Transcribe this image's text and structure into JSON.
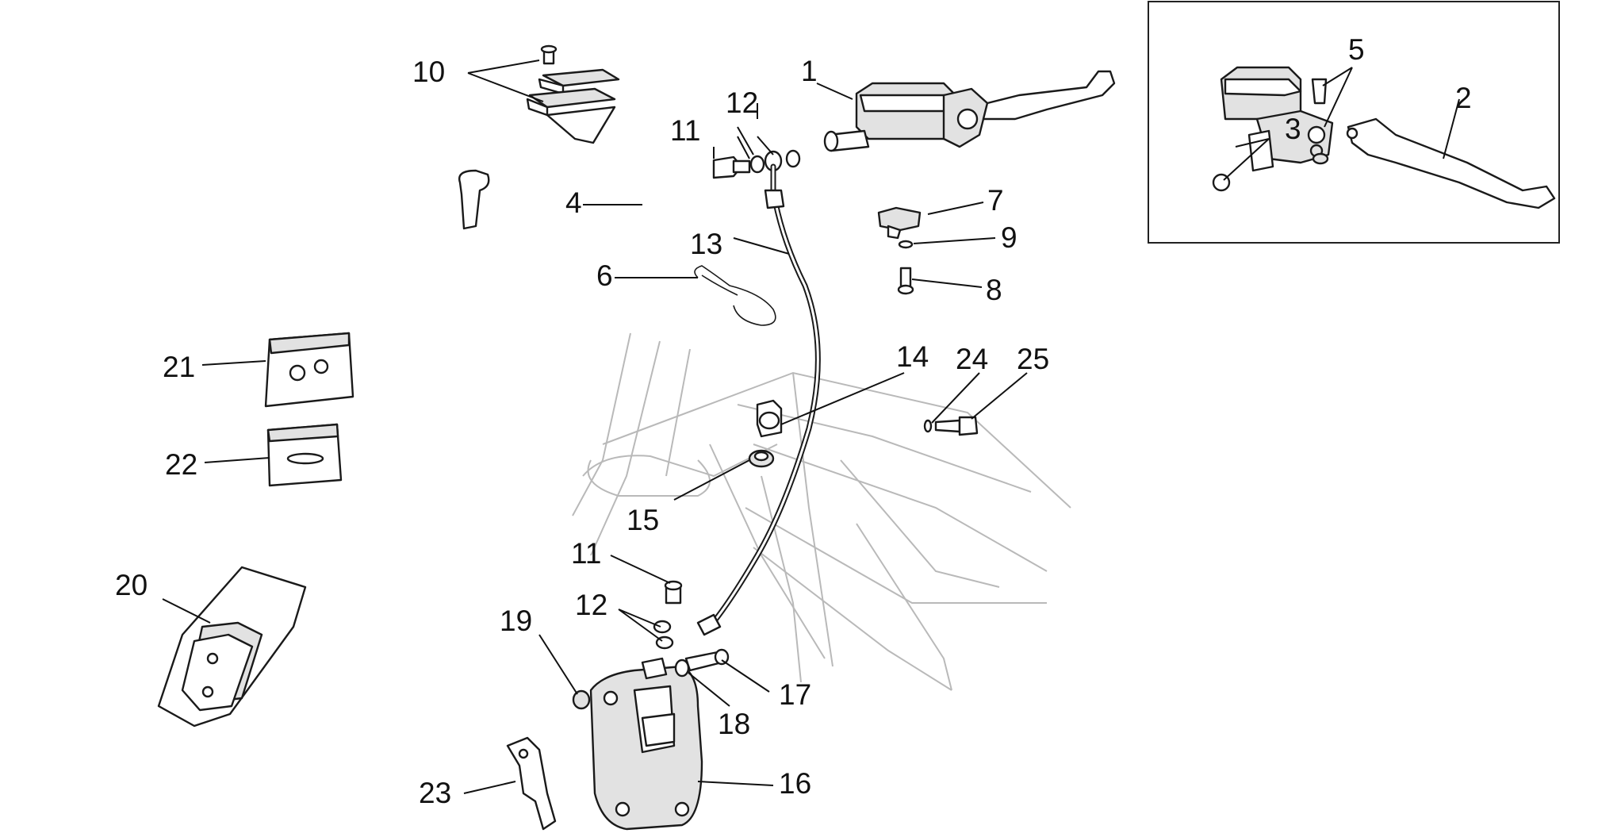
{
  "diagram": {
    "callouts": [
      "1",
      "2",
      "3",
      "4",
      "5",
      "6",
      "7",
      "8",
      "9",
      "10",
      "11",
      "12",
      "13",
      "14",
      "15",
      "16",
      "17",
      "18",
      "19",
      "20",
      "21",
      "22",
      "23",
      "24",
      "25",
      "11",
      "12"
    ]
  },
  "colors": {
    "line": "#1a1a1a",
    "frame": "#b9b9b9",
    "fill": "#e2e2e2"
  }
}
